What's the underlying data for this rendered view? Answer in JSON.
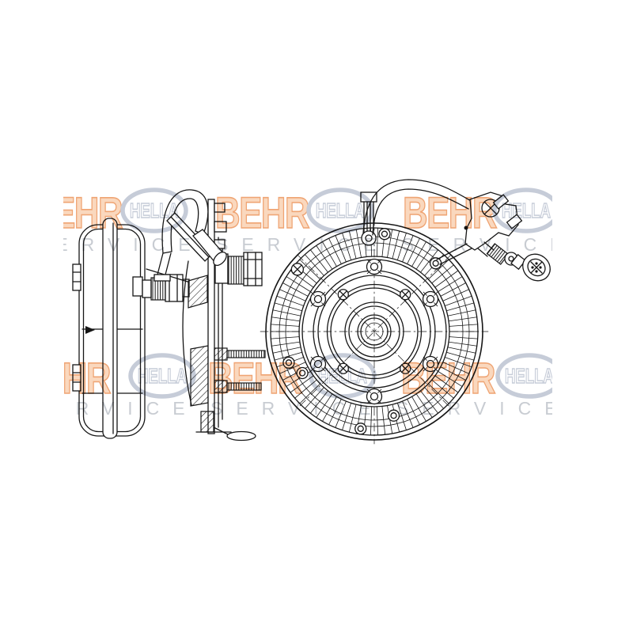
{
  "watermark": {
    "hella": "HELLA",
    "behr": "BEHR",
    "service": "SERVICE"
  },
  "colors": {
    "wm-behr-fill": "#fad8be",
    "wm-behr-outline": "#efa473",
    "wm-hella": "#c6ccd8",
    "wm-service": "#c8ccd2",
    "line": "#161616",
    "bg": "#ffffff"
  }
}
